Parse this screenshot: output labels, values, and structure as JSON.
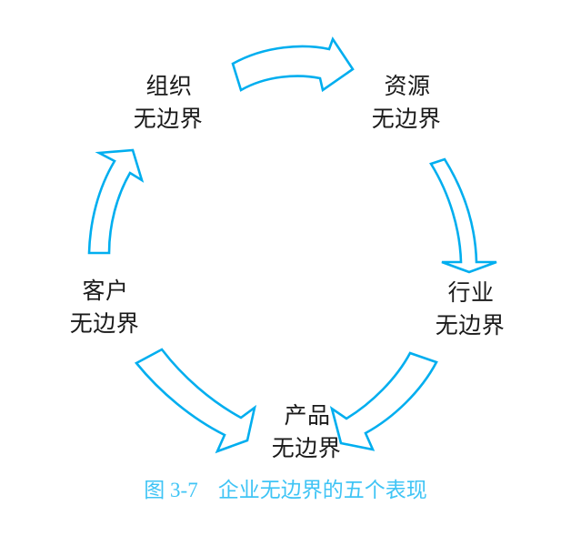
{
  "figure": {
    "caption_number": "图 3-7",
    "caption_title": "企业无边界的五个表现",
    "caption_color": "#3fc4f5",
    "background_color": "#ffffff",
    "arrow_color": "#00AEEF",
    "label_color": "#1a1a1a"
  },
  "nodes": [
    {
      "id": "organization",
      "line_top": "组织",
      "line_bottom": "无边界",
      "position": "top-left"
    },
    {
      "id": "resource",
      "line_top": "资源",
      "line_bottom": "无边界",
      "position": "top-right"
    },
    {
      "id": "industry",
      "line_top": "行业",
      "line_bottom": "无边界",
      "position": "right"
    },
    {
      "id": "product",
      "line_top": "产品",
      "line_bottom": "无边界",
      "position": "bottom"
    },
    {
      "id": "customer",
      "line_top": "客户",
      "line_bottom": "无边界",
      "position": "left"
    }
  ],
  "arrows": [
    {
      "id": "organization-to-resource",
      "from": "organization",
      "to": "resource",
      "direction": "right"
    },
    {
      "id": "resource-to-industry",
      "from": "resource",
      "to": "industry",
      "direction": "down"
    },
    {
      "id": "industry-to-product",
      "from": "industry",
      "to": "product",
      "direction": "down-left"
    },
    {
      "id": "product-to-customer",
      "from": "product",
      "to": "customer",
      "direction": "up-left"
    },
    {
      "id": "customer-to-organization",
      "from": "customer",
      "to": "organization",
      "direction": "up"
    }
  ]
}
